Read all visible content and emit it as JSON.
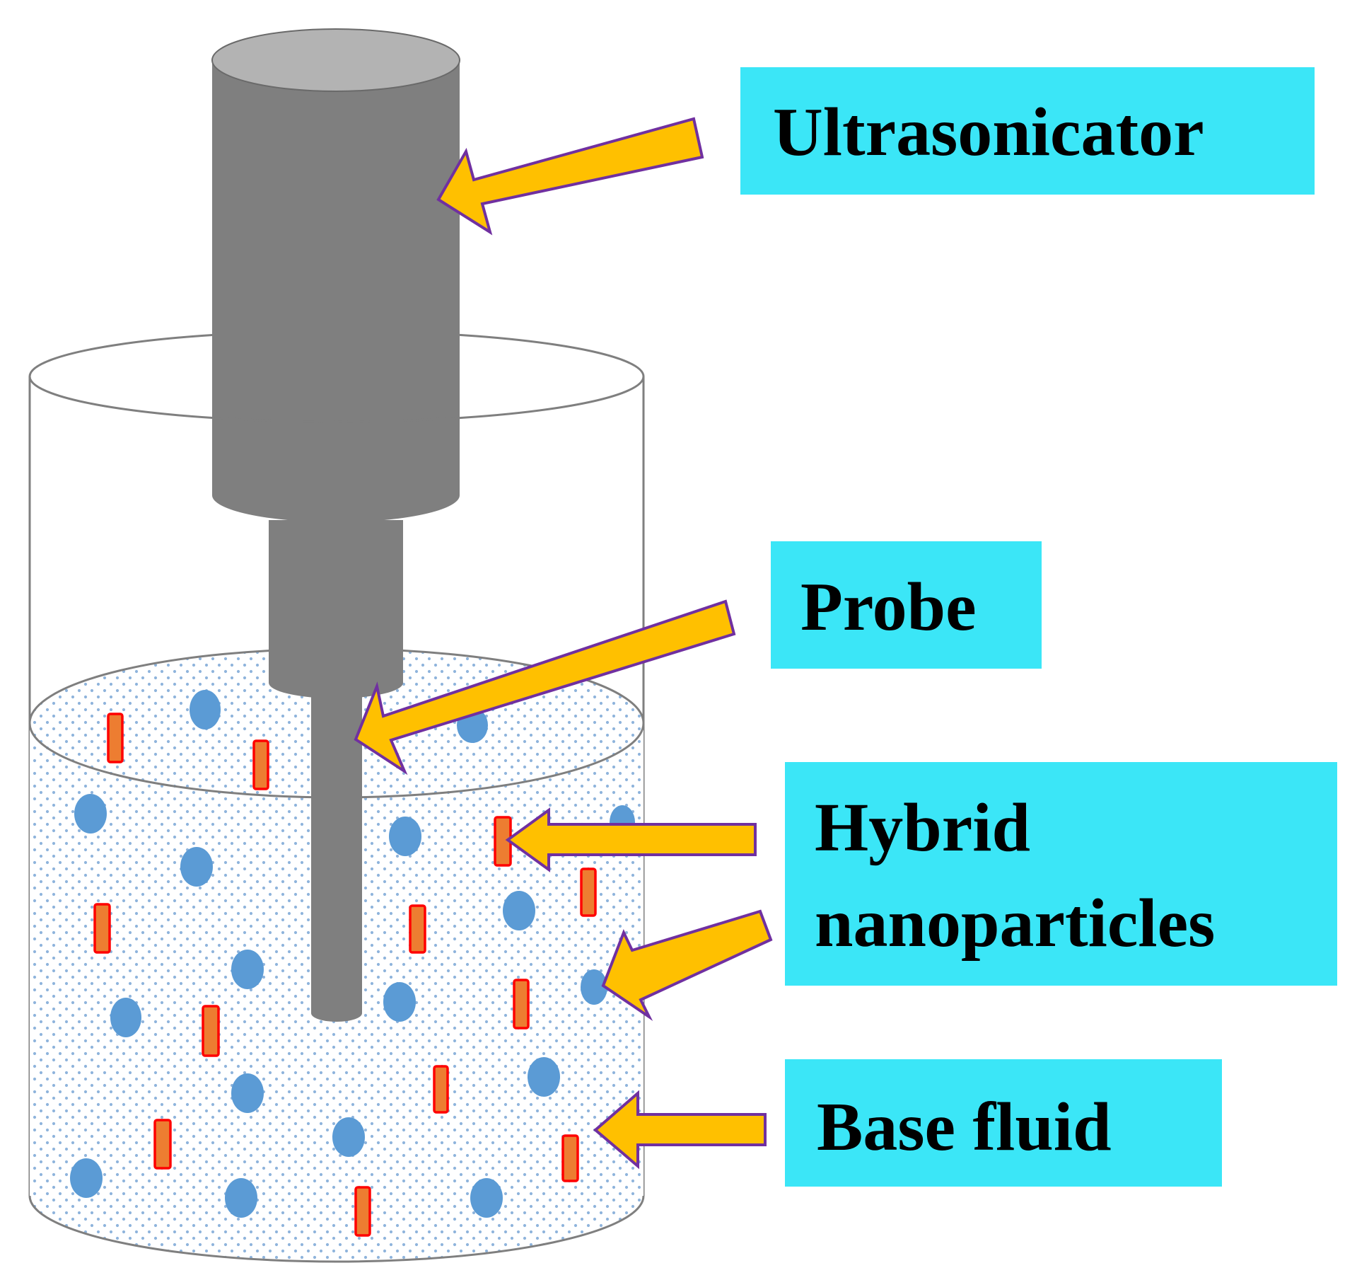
{
  "labels": {
    "ultrasonicator": "Ultrasonicator",
    "probe": "Probe",
    "hybrid_line1": "Hybrid",
    "hybrid_line2": "nanoparticles",
    "base_fluid": "Base fluid"
  },
  "colors": {
    "label_box": "#3BE6F7",
    "arrow_fill": "#FFC000",
    "arrow_stroke": "#7030A0",
    "device_body": "#7F7F7F",
    "device_top": "#B3B3B3",
    "device_edge": "#6A6A6A",
    "particle_sphere": "#5B9BD5",
    "particle_rod_fill": "#ED7D31",
    "particle_rod_stroke": "#FF0000",
    "fluid_dots": "#8FB4DC",
    "beaker_outline": "#7F7F7F"
  },
  "icons": {
    "device": "ultrasonicator-icon",
    "beaker": "beaker-icon",
    "sphere_particle": "sphere-nanoparticle-icon",
    "rod_particle": "rod-nanoparticle-icon",
    "pointer": "arrow-icon"
  }
}
